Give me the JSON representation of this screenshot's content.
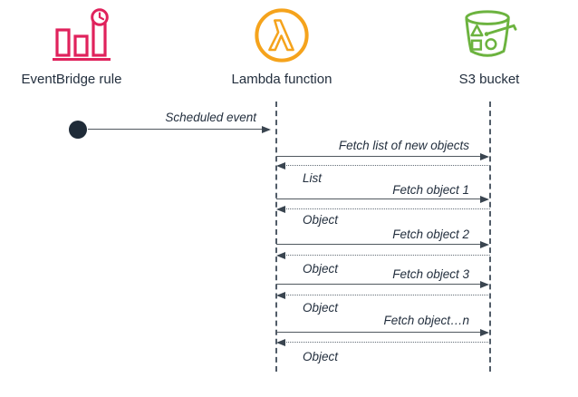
{
  "diagram": {
    "type": "sequence",
    "background": "#ffffff"
  },
  "actors": [
    {
      "id": "eventbridge",
      "label": "EventBridge rule",
      "icon": "eventbridge-rule-icon",
      "color": "#E0225C"
    },
    {
      "id": "lambda",
      "label": "Lambda function",
      "icon": "lambda-function-icon",
      "color": "#F5A31C"
    },
    {
      "id": "s3",
      "label": "S3 bucket",
      "icon": "s3-bucket-icon",
      "color": "#6CB33F"
    }
  ],
  "messages": [
    {
      "label": "Scheduled event",
      "from": "EventBridge rule",
      "to": "Lambda function",
      "line": "solid",
      "direction": "right"
    },
    {
      "label": "Fetch list of new objects",
      "from": "Lambda function",
      "to": "S3 bucket",
      "line": "solid",
      "direction": "right"
    },
    {
      "label": "List",
      "from": "S3 bucket",
      "to": "Lambda function",
      "line": "dotted",
      "direction": "left"
    },
    {
      "label": "Fetch object 1",
      "from": "Lambda function",
      "to": "S3 bucket",
      "line": "solid",
      "direction": "right"
    },
    {
      "label": "Object",
      "from": "S3 bucket",
      "to": "Lambda function",
      "line": "dotted",
      "direction": "left"
    },
    {
      "label": "Fetch object 2",
      "from": "Lambda function",
      "to": "S3 bucket",
      "line": "solid",
      "direction": "right"
    },
    {
      "label": "Object",
      "from": "S3 bucket",
      "to": "Lambda function",
      "line": "dotted",
      "direction": "left"
    },
    {
      "label": "Fetch object 3",
      "from": "Lambda function",
      "to": "S3 bucket",
      "line": "solid",
      "direction": "right"
    },
    {
      "label": "Object",
      "from": "S3 bucket",
      "to": "Lambda function",
      "line": "dotted",
      "direction": "left"
    },
    {
      "label": "Fetch object…n",
      "from": "Lambda function",
      "to": "S3 bucket",
      "line": "solid",
      "direction": "right"
    },
    {
      "label": "Object",
      "from": "S3 bucket",
      "to": "Lambda function",
      "line": "dotted",
      "direction": "left"
    }
  ],
  "colors": {
    "text": "#232F3E",
    "arrow_line": "#50585F",
    "arrow_head": "#3A4550",
    "lifeline": "#515C68",
    "start_node": "#1F2B38",
    "eventbridge_pink": "#E0225C",
    "lambda_orange": "#F5A31C",
    "s3_green": "#6CB33F"
  }
}
